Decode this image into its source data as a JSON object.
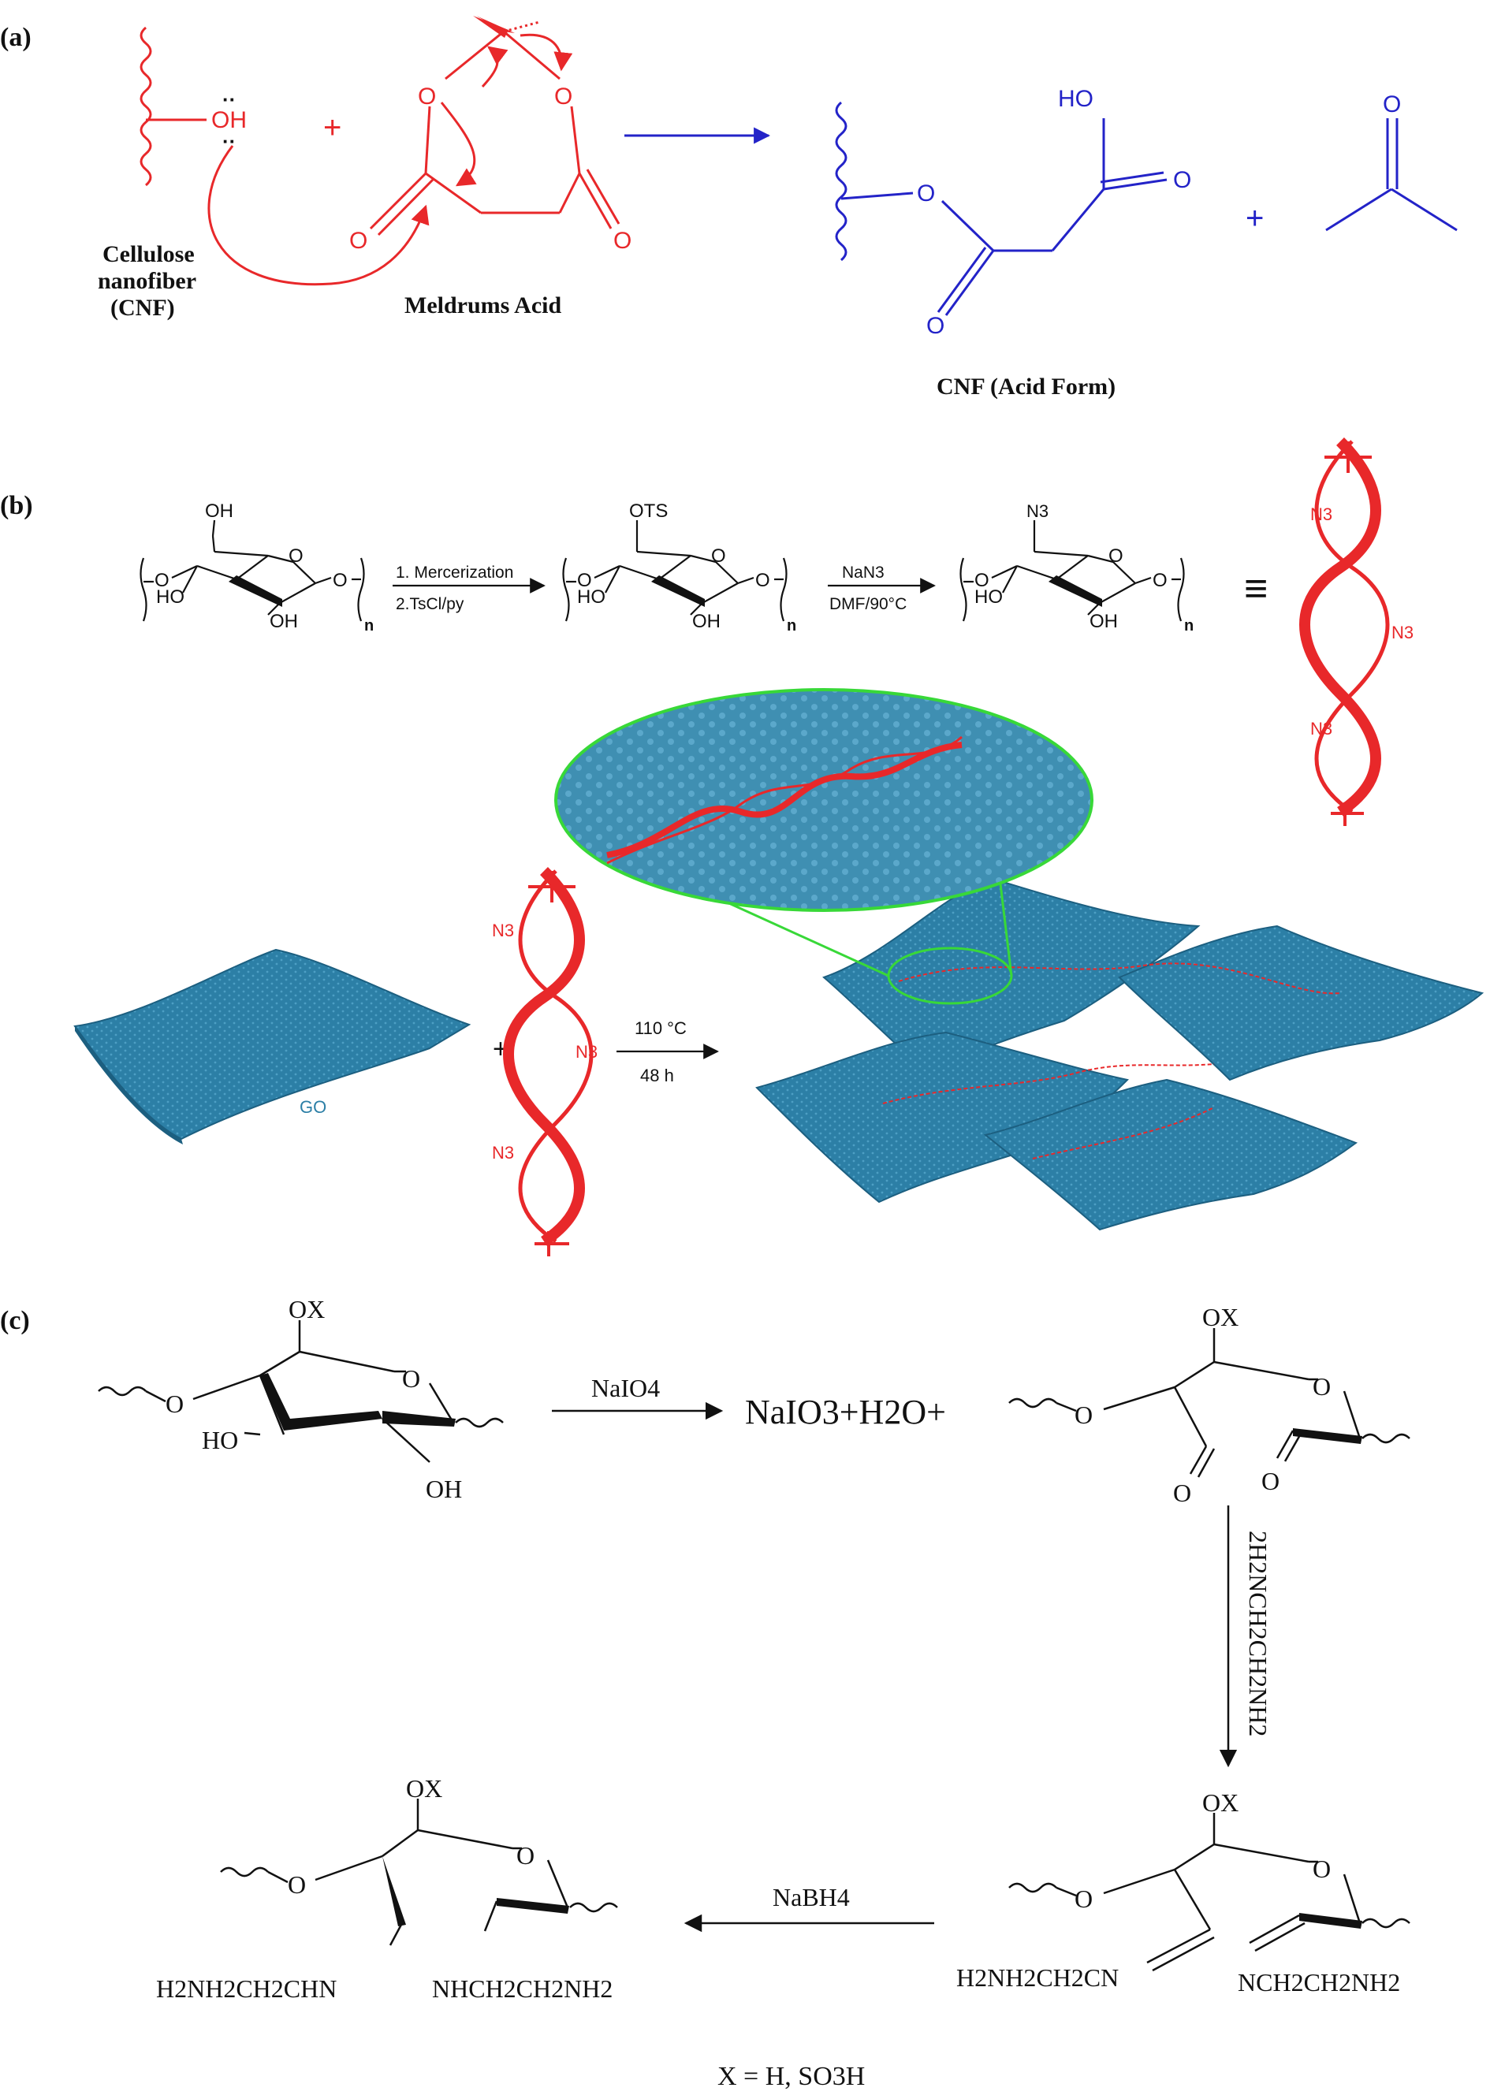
{
  "panels": {
    "a": {
      "label": "(a)",
      "cnf_line1": "Cellulose",
      "cnf_line2": "nanofiber",
      "cnf_line3": "(CNF)",
      "oh": "OH",
      "plus1": "+",
      "meldrum": "Meldrums Acid",
      "ring_o1": "O",
      "ring_o2": "O",
      "keto_o1": "O",
      "keto_o2": "O",
      "prod_o": "O",
      "prod_ho": "HO",
      "prod_co": "O",
      "prod_keto": "O",
      "plus2": "+",
      "acetone_o": "O",
      "product": "CNF (Acid Form)"
    },
    "b": {
      "label": "(b)",
      "oh_top": "OH",
      "ots": "OTS",
      "n3_top": "N3",
      "ho1": "HO",
      "oh_bottom1": "OH",
      "ho2": "HO",
      "oh_bottom2": "OH",
      "ho3": "HO",
      "oh_bottom3": "OH",
      "ring_o": "O",
      "sub_o": "O",
      "n": "n",
      "step1": "1. Mercerization",
      "step2": "2.TsCl/py",
      "step3": "NaN3",
      "step4": "DMF/90°C",
      "equiv": "≡",
      "n3_helix": "N3",
      "go": "GO",
      "plus": "+",
      "temp": "110 °C",
      "time": "48 h"
    },
    "c": {
      "label": "(c)",
      "ox": "OX",
      "o_ring": "O",
      "o_link": "O",
      "ho": "HO",
      "oh": "OH",
      "reagent1": "NaIO4",
      "products": "NaIO3+H2O+",
      "ald_o": "O",
      "reagent2": "2H2NCH2CH2NH2",
      "imine_left": "H2NH2CH2CN",
      "imine_right": "NCH2CH2NH2",
      "reagent3": "NaBH4",
      "amine_left": "H2NH2CH2CHN",
      "amine_right": "NHCH2CH2NH2",
      "xdef": "X = H, SO3H"
    }
  },
  "colors": {
    "red": "#e8282a",
    "blue": "#2323c8",
    "sheet": "#2c7fa6",
    "sheet_dark": "#1c5f80",
    "green": "#38d838",
    "black": "#111111"
  },
  "icons": [
    "reaction-arrow",
    "curved-electron-arrow",
    "wavy-bond",
    "graphene-oxide-sheet",
    "cellulose-helix",
    "magnifier-ellipse"
  ]
}
